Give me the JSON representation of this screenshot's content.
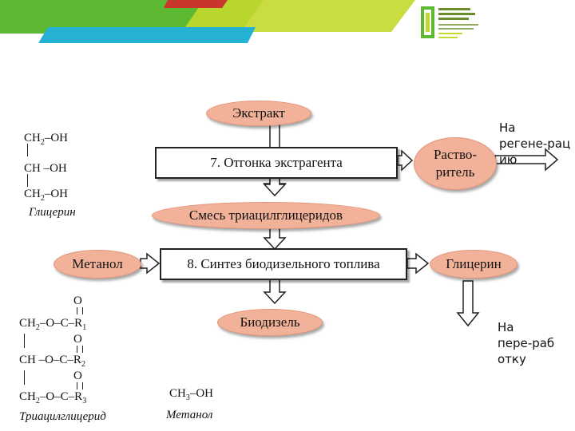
{
  "diagram": {
    "nodes": {
      "extract": "Экстракт",
      "step7": "7. Отгонка экстрагента",
      "solvent": "Раство-\nритель",
      "triglyceride_mix": "Смесь триацилглицеридов",
      "step8": "8. Синтез биодизельного топлива",
      "methanol": "Метанол",
      "glycerol": "Глицерин",
      "biodiesel": "Биодизель"
    },
    "notes": {
      "regeneration": "На\nрегене-рац\nию",
      "processing": "На\nпере-раб\nотку"
    }
  },
  "formulas": {
    "glycerol": {
      "line1": "CH2–OH",
      "line2": "CH –OH",
      "line3": "CH2–OH",
      "name": "Глицерин"
    },
    "triacylglyceride": {
      "o": "O",
      "line1": "CH2–O–C–R1",
      "line2": "CH –O–C–R2",
      "line3": "CH2–O–C–R3",
      "name": "Триацилглицерид"
    },
    "methanol": {
      "formula": "CH3–OH",
      "name": "Метанол"
    }
  },
  "colors": {
    "oval_fill": "#f2b29a",
    "header_green": "#5db832",
    "header_lime": "#c3d92f",
    "header_cyan": "#25b1d4",
    "header_red": "#c8362e",
    "arrow_fill": "#ffffff"
  }
}
